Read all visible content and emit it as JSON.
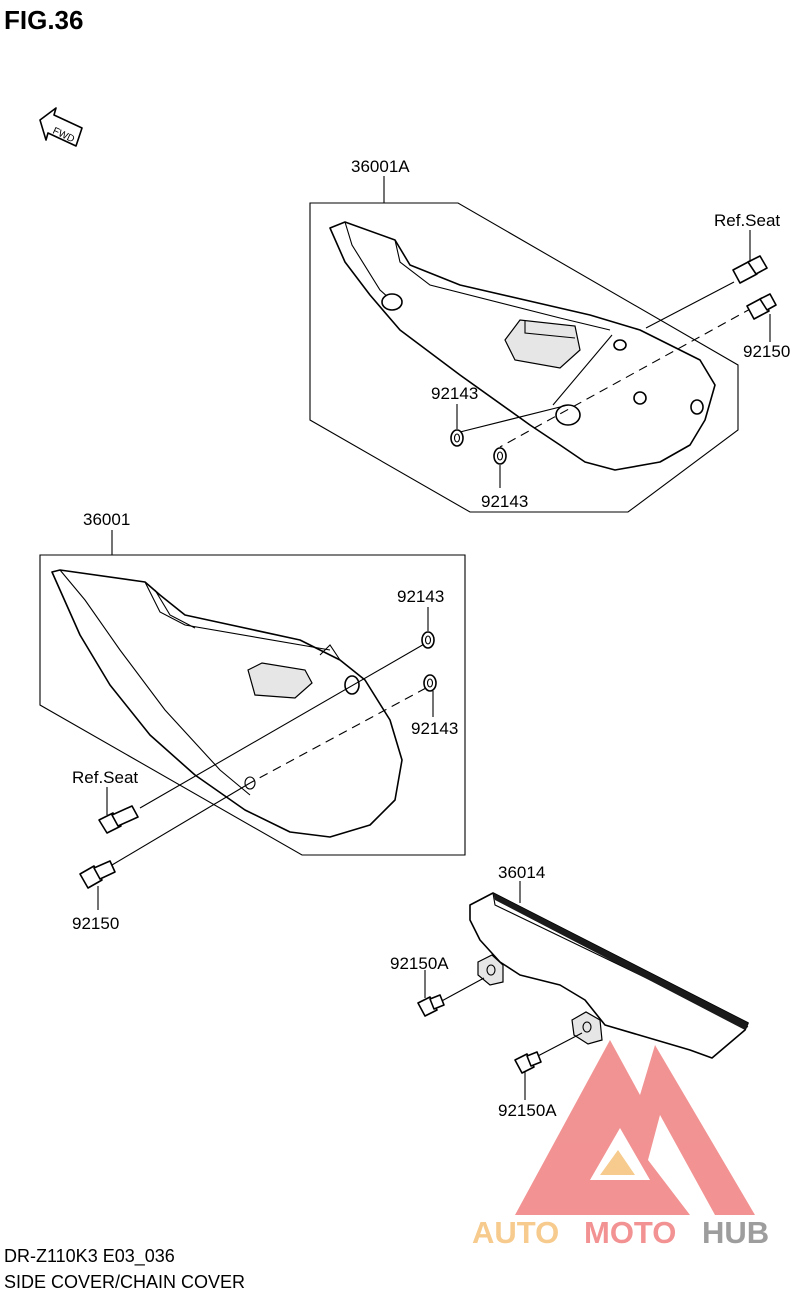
{
  "figure": {
    "title": "FIG.36",
    "fwd_label": "FWD"
  },
  "callouts": {
    "c36001A": "36001A",
    "refseat_top": "Ref.Seat",
    "c92150_top": "92150",
    "c92143_a": "92143",
    "c92143_b": "92143",
    "c36001": "36001",
    "c92143_c": "92143",
    "c92143_d": "92143",
    "refseat_left": "Ref.Seat",
    "c92150_left": "92150",
    "c36014": "36014",
    "c92150A_a": "92150A",
    "c92150A_b": "92150A"
  },
  "footer": {
    "model_code": "DR-Z110K3 E03_036",
    "section_name": "SIDE COVER/CHAIN COVER"
  },
  "watermark": {
    "part1": "AUTO",
    "part2": "MOTO",
    "part3": "HUB",
    "color_red": "#f08080",
    "color_orange": "#f5c27a",
    "color_gray": "#8c8c8c"
  }
}
